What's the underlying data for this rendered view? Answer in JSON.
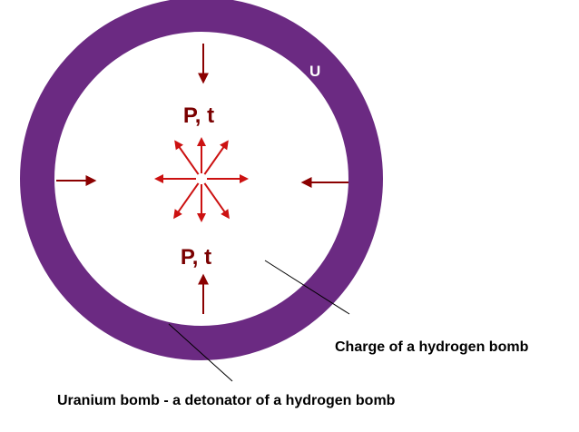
{
  "diagram": {
    "ring_label": "U",
    "upper_label": "P, t",
    "lower_label": "P, t",
    "charge_caption": "Charge of a hydrogen bomb",
    "uranium_caption": "Uranium bomb - a detonator of a hydrogen bomb"
  },
  "colors": {
    "ring": "#6b2a82",
    "arrow": "#8b0000",
    "burst": "#cc1111",
    "text": "#7a0000",
    "caption": "#000000",
    "ring_text": "#ffffff"
  }
}
